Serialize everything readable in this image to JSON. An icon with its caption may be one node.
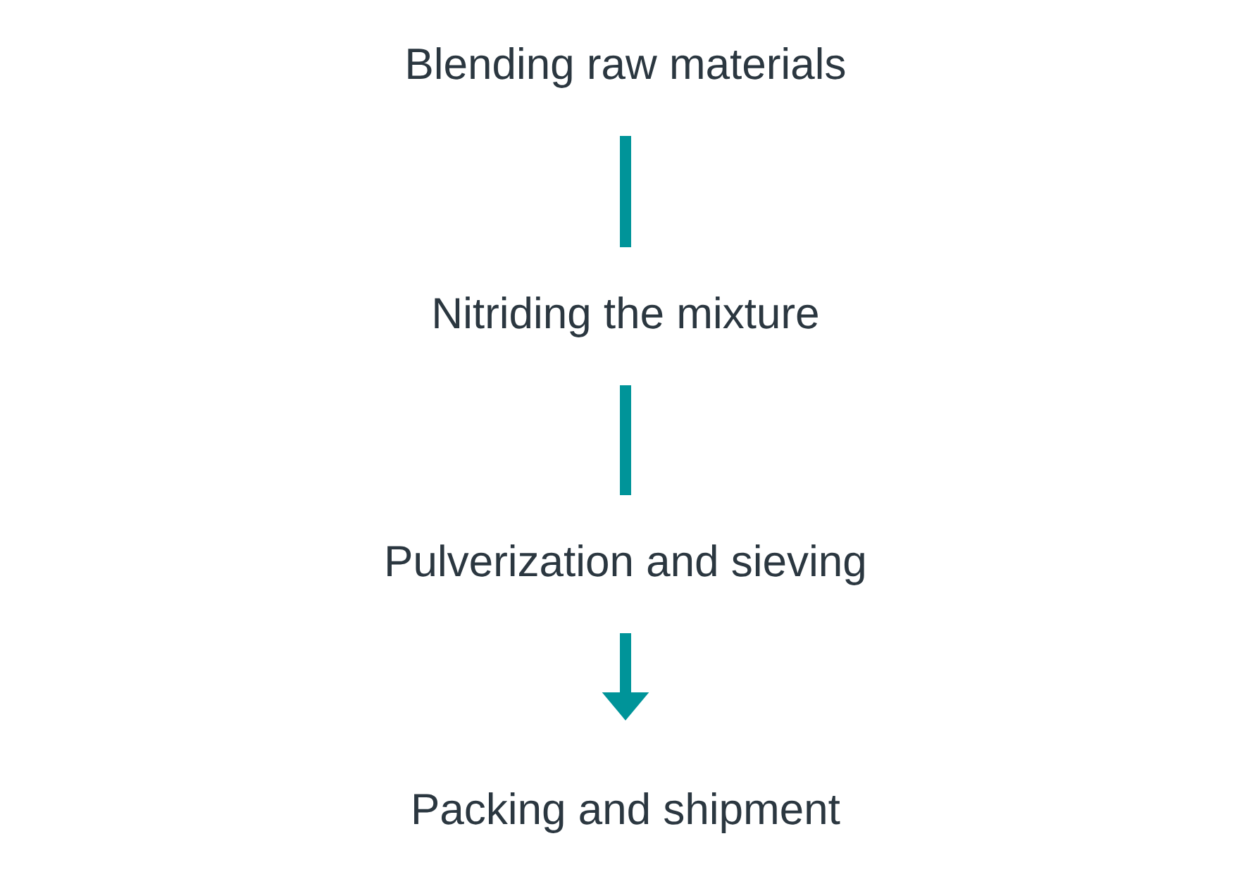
{
  "diagram": {
    "nodes": [
      {
        "text": [
          "Blending raw materials"
        ]
      },
      {
        "text": [
          "Nitriding the mixture"
        ]
      },
      {
        "text": [
          "Pulverization and sieving"
        ]
      },
      {
        "text": [
          "Packing and shipment"
        ]
      }
    ],
    "edges": [
      {
        "from": 0,
        "to": 1,
        "arrow": "none"
      },
      {
        "from": 1,
        "to": 2,
        "arrow": "none"
      },
      {
        "from": 2,
        "to": 3,
        "arrow": "to"
      }
    ]
  }
}
